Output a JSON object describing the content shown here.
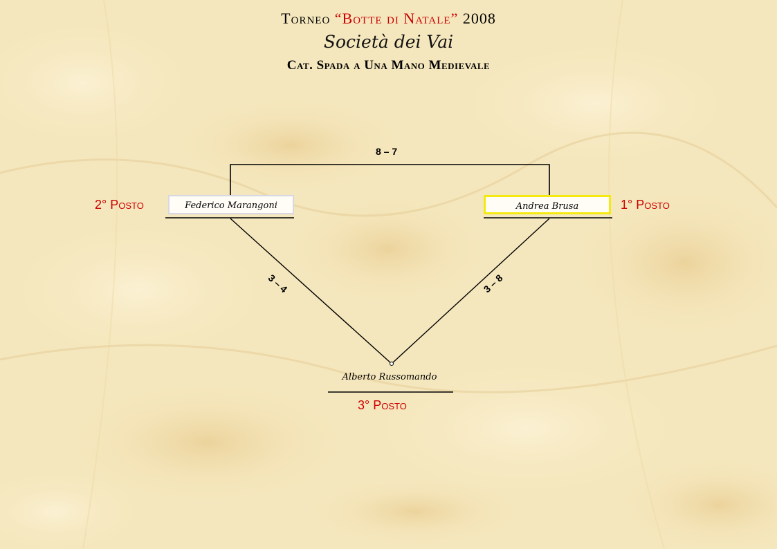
{
  "header": {
    "title_prefix": "Torneo",
    "title_highlight": "“Botte di Natale”",
    "title_year": "2008",
    "subtitle": "Società dei Vai",
    "category": "Cat. Spada a Una Mano Medievale"
  },
  "bracket": {
    "top_score": "8 – 7",
    "left_score": "3 – 4",
    "right_score": "3 – 8",
    "second": {
      "name": "Federico Marangoni",
      "place": "2° Posto"
    },
    "first": {
      "name": "Andrea Brusa",
      "place": "1° Posto"
    },
    "third": {
      "name": "Alberto Russomando",
      "place": "3° Posto"
    }
  },
  "colors": {
    "background": "#f5e7bd",
    "accent_red": "#cc0000",
    "winner_border": "#f4ea10",
    "lines": "#000000"
  }
}
